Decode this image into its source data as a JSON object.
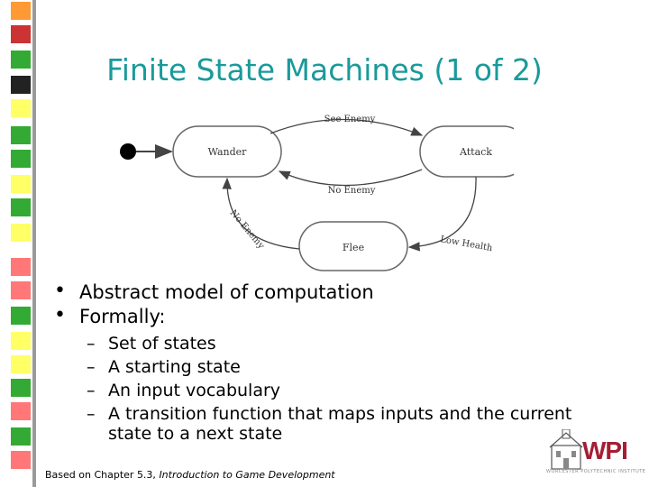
{
  "title": "Finite State Machines (1 of 2)",
  "diagram": {
    "states": [
      "Wander",
      "Attack",
      "Flee"
    ],
    "transitions": [
      "See Enemy",
      "No Enemy",
      "No Enemy",
      "Low Health"
    ]
  },
  "bullets": [
    "Abstract model of computation",
    "Formally:"
  ],
  "sub_bullets": [
    "Set of states",
    "A starting state",
    "An input vocabulary",
    "A transition function that maps inputs and the current state to a next state"
  ],
  "footer": {
    "prefix": "Based on Chapter 5.3, ",
    "book": "Introduction to Game Development"
  },
  "logo": {
    "text": "WPI",
    "tagline": "WORCESTER POLYTECHNIC INSTITUTE"
  },
  "colors": {
    "title": "#1a9a9a",
    "logo": "#a41f35"
  }
}
